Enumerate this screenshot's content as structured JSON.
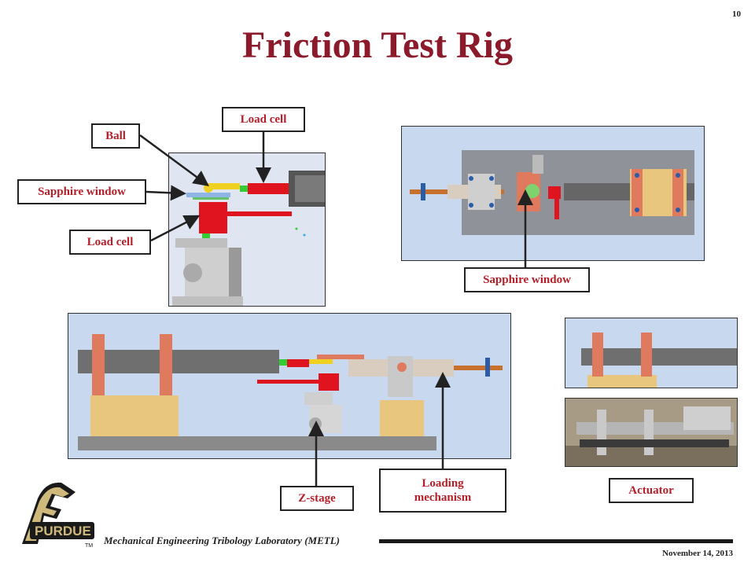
{
  "slide": {
    "number": "10",
    "title": "Friction Test Rig"
  },
  "callouts": {
    "ball": "Ball",
    "sapphire_window_left": "Sapphire window",
    "load_cell_top": "Load cell",
    "load_cell_left": "Load cell",
    "sapphire_window_right": "Sapphire window",
    "z_stage": "Z-stage",
    "loading_mechanism": "Loading mechanism",
    "actuator": "Actuator"
  },
  "footer": {
    "lab_name": "Mechanical Engineering Tribology Laboratory (METL)",
    "date": "November 14, 2013"
  },
  "logo": {
    "text": "PURDUE",
    "tm": "TM"
  },
  "colors": {
    "title": "#8b1a2b",
    "callout_text": "#b3202a",
    "panel_bg": "#dfe6f2",
    "red_part": "#e0141e",
    "yellow_part": "#f0d020",
    "salmon_part": "#e07a5f",
    "wood_block": "#e9c67d"
  },
  "icons": {
    "logo": "purdue-train-logo"
  }
}
